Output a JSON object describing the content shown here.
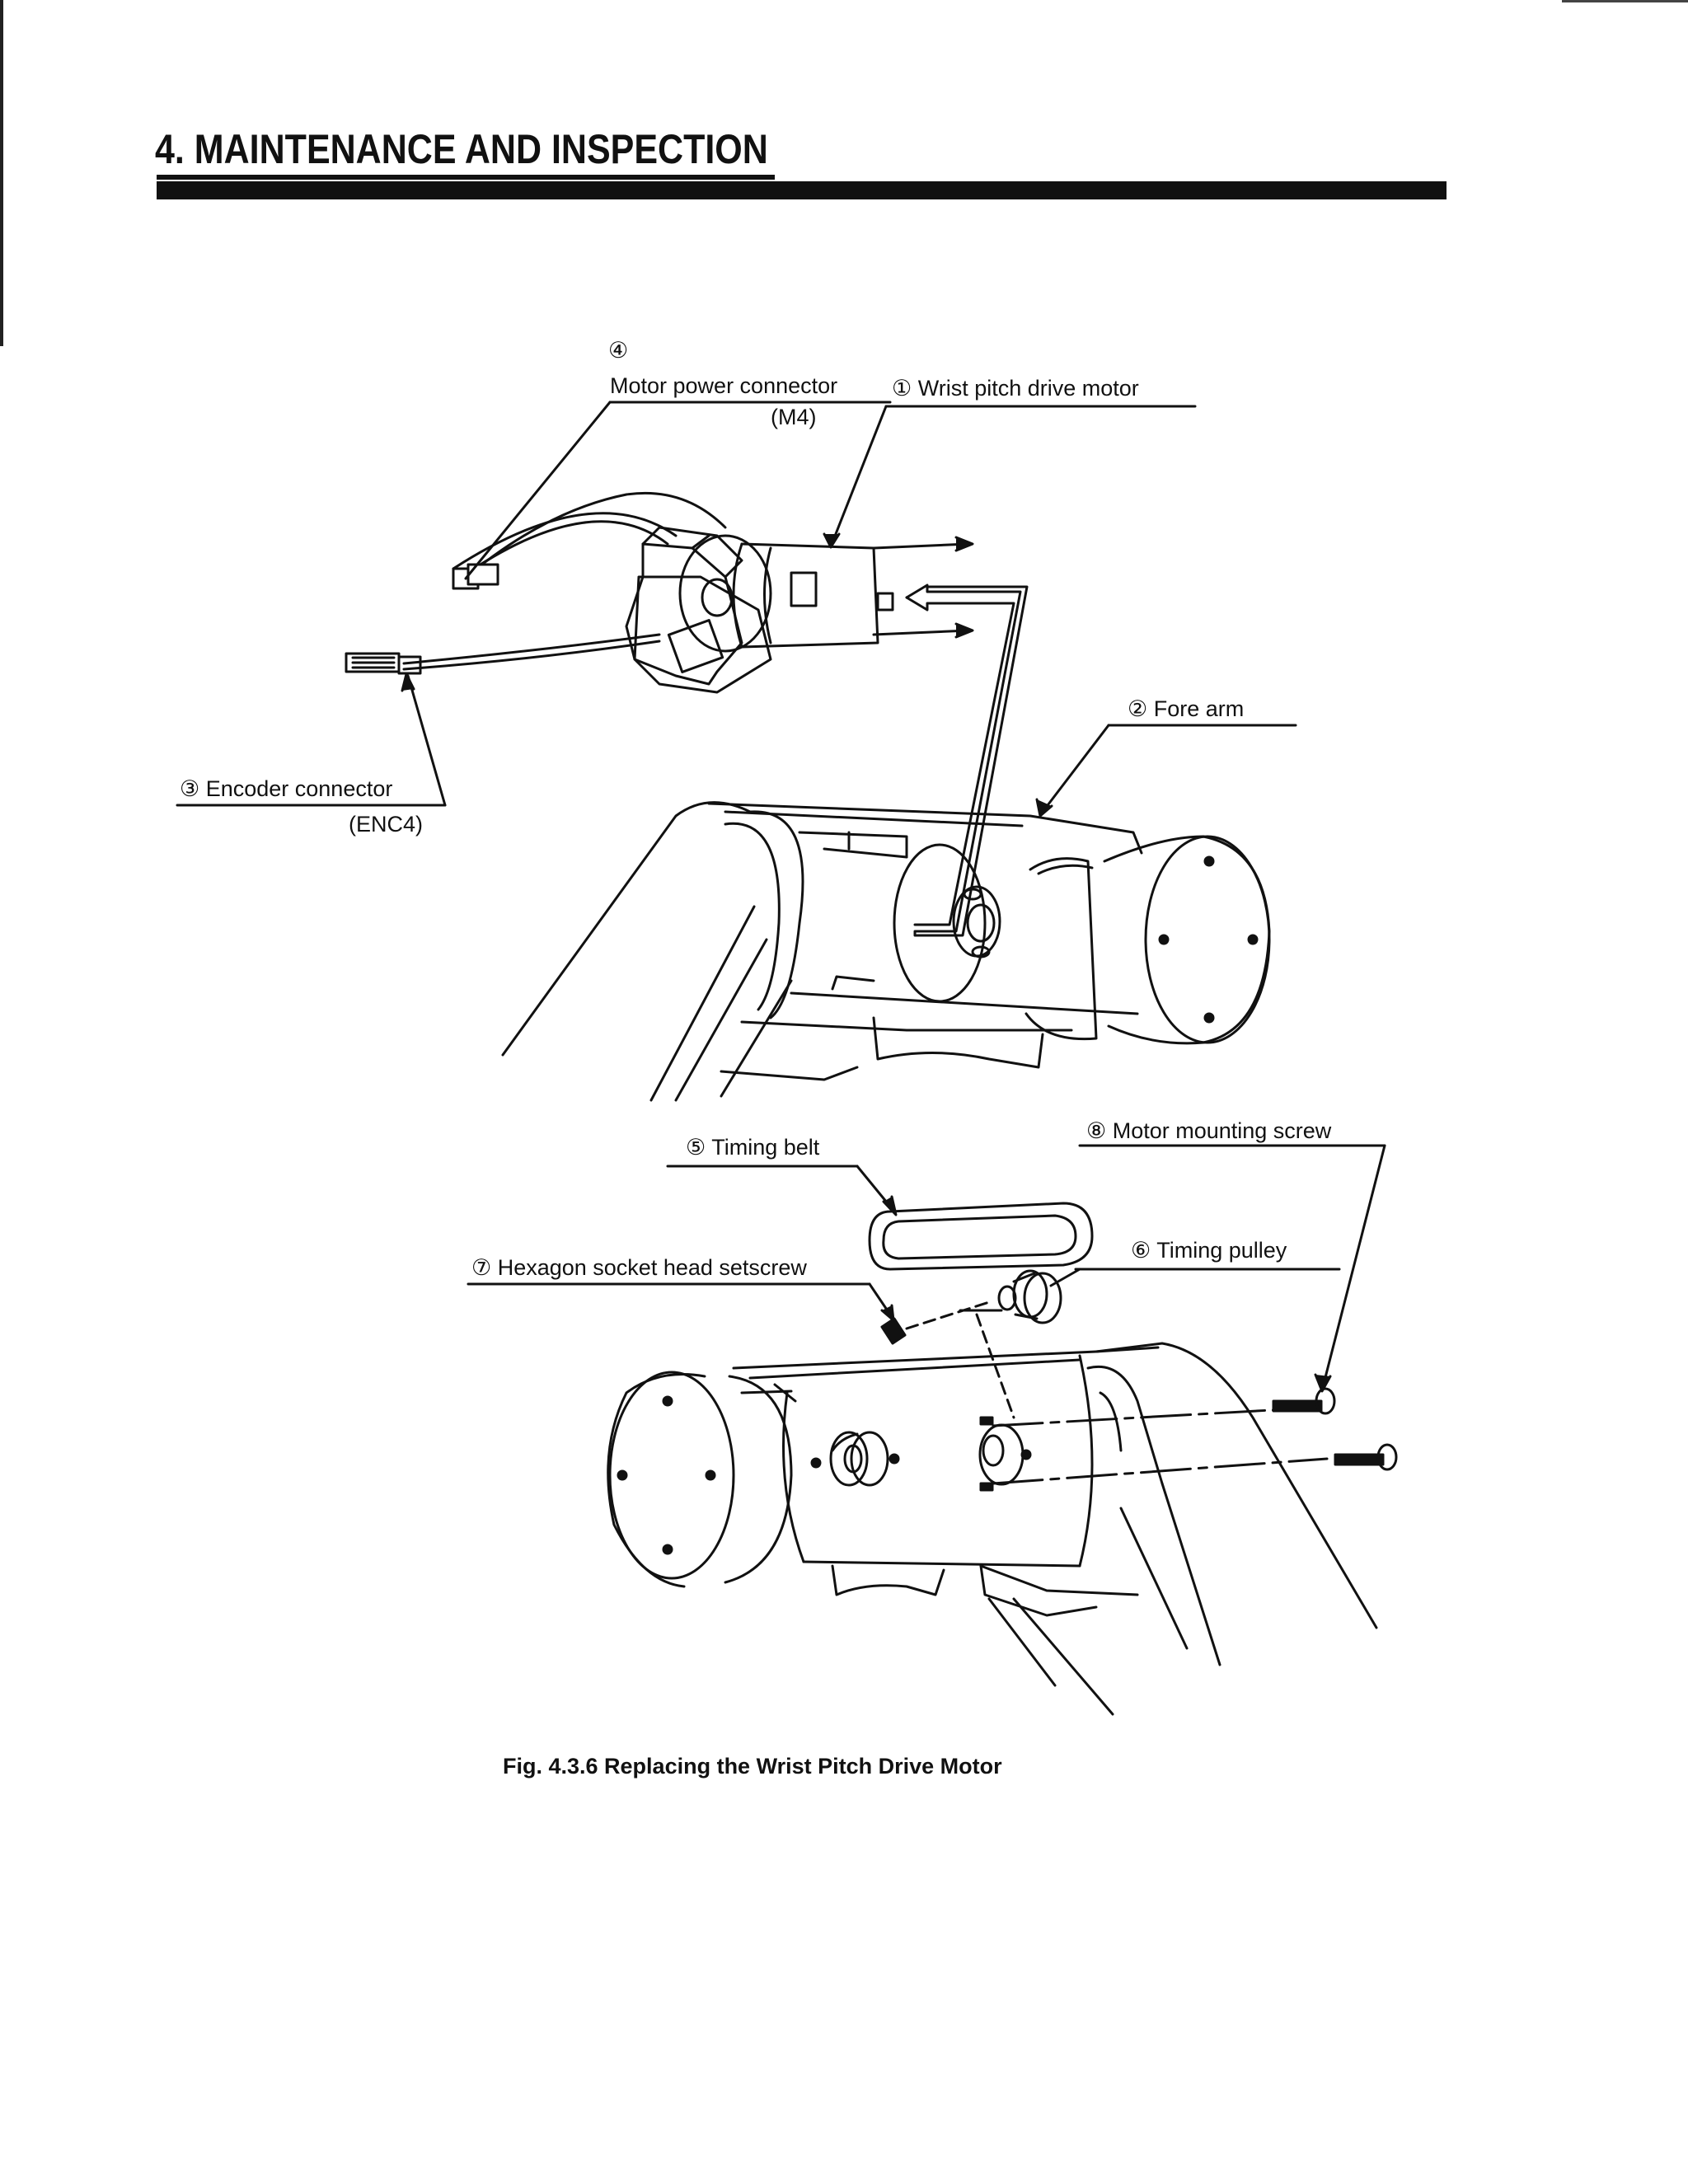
{
  "header": {
    "title": "4. MAINTENANCE AND INSPECTION"
  },
  "figure": {
    "labels": {
      "num4": "④",
      "motor_power_connector": "Motor power connector",
      "m4": "(M4)",
      "wrist_pitch_drive_motor": "① Wrist pitch drive motor",
      "fore_arm": "② Fore arm",
      "encoder_connector": "③ Encoder connector",
      "enc4": "(ENC4)",
      "timing_belt": "⑤ Timing belt",
      "motor_mounting_screw": "⑧ Motor mounting screw",
      "timing_pulley": "⑥ Timing pulley",
      "hexagon_setscrew": "⑦ Hexagon socket head setscrew"
    },
    "caption": "Fig. 4.3.6 Replacing the Wrist Pitch Drive Motor"
  }
}
